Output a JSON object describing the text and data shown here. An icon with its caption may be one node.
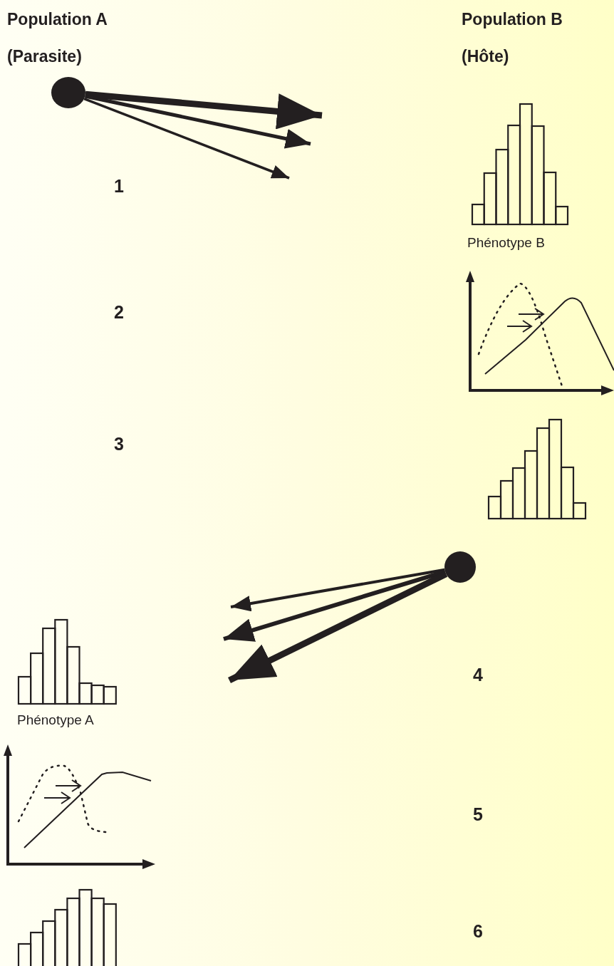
{
  "diagram": {
    "nodes": [
      {
        "text": [],
        "shape": "circle"
      },
      {
        "text": [],
        "shape": "circle"
      }
    ],
    "edges": [
      {
        "from": 0,
        "to": null,
        "arrow": "to",
        "style": "thick"
      },
      {
        "from": 0,
        "to": null,
        "arrow": "to"
      },
      {
        "from": 0,
        "to": null,
        "arrow": "to"
      },
      {
        "from": 1,
        "to": null,
        "arrow": "to"
      },
      {
        "from": 1,
        "to": null,
        "arrow": "to"
      },
      {
        "from": 1,
        "to": null,
        "arrow": "to",
        "style": "thick"
      }
    ],
    "labels": [
      "Population A",
      "(Parasite)",
      "Population B",
      "(Hôte)",
      "1",
      "Phénotype B",
      "2",
      "3",
      "4",
      "Phénotype A",
      "5",
      "6"
    ]
  }
}
